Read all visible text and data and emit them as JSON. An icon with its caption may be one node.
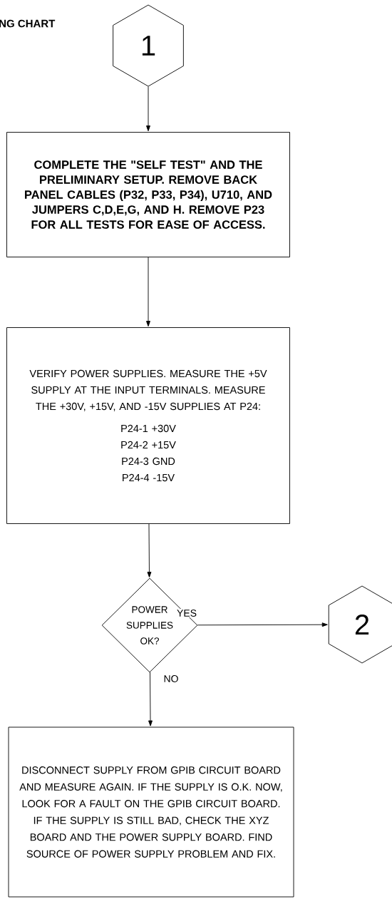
{
  "diagram": {
    "nodes": [
      {
        "text": [
          "1"
        ]
      },
      {
        "text": [
          "COMPLETE THE \"SELF TEST\" AND THE PRELIMINARY SETUP. REMOVE BACK PANEL CABLES (P32, P33, P34), U710, AND JUMPERS C,D,E,G, AND H. REMOVE P23 FOR ALL TESTS FOR EASE OF ACCESS."
        ]
      },
      {
        "text": [
          "VERIFY POWER SUPPLIES. MEASURE THE +5V SUPPLY AT THE INPUT TERMINALS. MEASURE THE +30V, +15V, AND -15V SUPPLIES AT P24:",
          "P24-1 +30V",
          "P24-2 +15V",
          "P24-3 GND",
          "P24-4 -15V"
        ]
      },
      {
        "text": [
          "POWER SUPPLIES OK?"
        ]
      },
      {
        "text": [
          "2"
        ]
      },
      {
        "text": [
          "DISCONNECT SUPPLY FROM GPIB CIRCUIT BOARD AND MEASURE AGAIN. IF THE SUPPLY IS O.K. NOW, LOOK FOR A FAULT ON THE GPIB CIRCUIT BOARD. IF THE SUPPLY IS STILL BAD, CHECK THE XYZ BOARD AND THE POWER SUPPLY BOARD. FIND SOURCE OF POWER SUPPLY PROBLEM AND FIX."
        ]
      }
    ],
    "edges": [
      {
        "from": 0,
        "to": 1,
        "arrow": "to"
      },
      {
        "from": 1,
        "to": 2,
        "arrow": "to"
      },
      {
        "from": 2,
        "to": 3,
        "arrow": "to"
      },
      {
        "from": 3,
        "to": 4,
        "arrow": "to",
        "label": "YES"
      },
      {
        "from": 3,
        "to": 5,
        "arrow": "to",
        "label": "NO"
      }
    ],
    "labels": [
      "NG CHART"
    ]
  }
}
